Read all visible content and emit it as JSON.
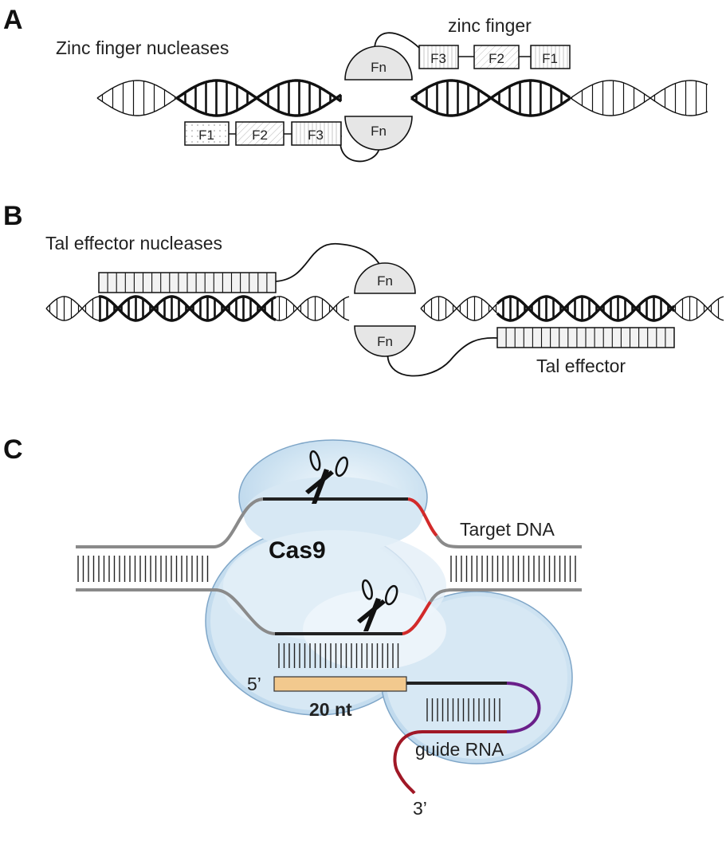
{
  "panels": {
    "a": {
      "letter": "A",
      "title": "Zinc finger nucleases",
      "zinc_finger_label": "zinc finger",
      "fn_label": "Fn",
      "top_fingers": [
        "F3",
        "F2",
        "F1"
      ],
      "bottom_fingers": [
        "F1",
        "F2",
        "F3"
      ]
    },
    "b": {
      "letter": "B",
      "title": "Tal effector nucleases",
      "fn_label": "Fn",
      "effector_label": "Tal effector"
    },
    "c": {
      "letter": "C",
      "protein_label": "Cas9",
      "target_label": "Target DNA",
      "five_prime": "5’",
      "three_prime": "3’",
      "spacer_label": "20 nt",
      "guide_label": "guide RNA"
    }
  },
  "colors": {
    "fn_fill": "#e6e6e6",
    "cas9_fill": "#cfe3f1",
    "pam_red": "#d22a2a",
    "guide_purple": "#6a1f8a",
    "guide_darkred": "#a01826",
    "spacer_tan": "#f2c98e",
    "dna_grey": "#8a8a8a"
  }
}
